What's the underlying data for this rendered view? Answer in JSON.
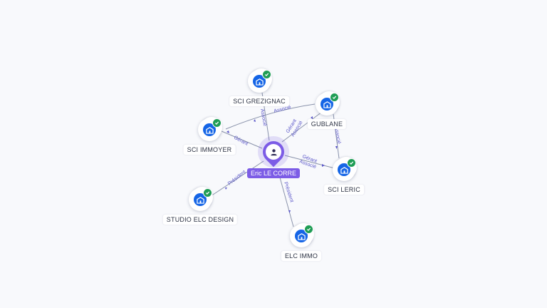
{
  "center": {
    "name": "Eric LE CORRE",
    "icon": "person-icon",
    "color": "#7c5ce6"
  },
  "nodes": [
    {
      "id": "sci-grezignac",
      "label": "SCI GREZIGNAC",
      "icon": "building-icon",
      "verified": true
    },
    {
      "id": "gublane",
      "label": "GUBLANE",
      "icon": "building-icon",
      "verified": true
    },
    {
      "id": "sci-immoyer",
      "label": "SCI IMMOYER",
      "icon": "building-icon",
      "verified": true
    },
    {
      "id": "sci-leric",
      "label": "SCI LERIC",
      "icon": "building-icon",
      "verified": true
    },
    {
      "id": "studio-elc-design",
      "label": "STUDIO ELC DESIGN",
      "icon": "building-icon",
      "verified": true
    },
    {
      "id": "elc-immo",
      "label": "ELC IMMO",
      "icon": "building-icon",
      "verified": true
    }
  ],
  "edges": {
    "grezignac": "Associé",
    "gublane_gerant": "Gérant",
    "gublane_associe": "Associé",
    "immoyer": "Gérant",
    "leric_gerant": "Gérant",
    "leric_associe": "Associé",
    "studio": "Président",
    "elc_immo": "Président",
    "gublane_leric": "Associé",
    "gublane_immoyer": "Associé"
  },
  "colors": {
    "company": "#1565e6",
    "verified": "#1f9d55",
    "edge_label": "#5b57c9"
  }
}
